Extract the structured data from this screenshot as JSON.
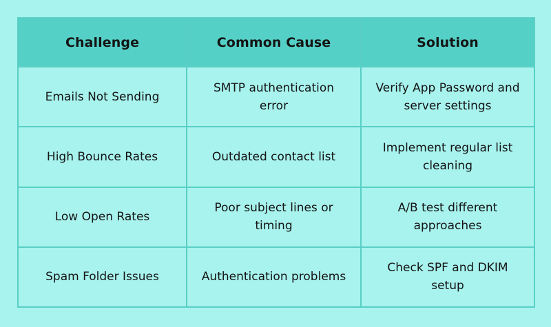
{
  "table": {
    "headers": [
      "Challenge",
      "Common Cause",
      "Solution"
    ],
    "rows": [
      [
        "Emails Not Sending",
        "SMTP authentication error",
        "Verify App Password and server settings"
      ],
      [
        "High Bounce Rates",
        "Outdated contact list",
        "Implement regular list cleaning"
      ],
      [
        "Low Open Rates",
        "Poor subject lines or timing",
        "A/B test different approaches"
      ],
      [
        "Spam Folder Issues",
        "Authentication problems",
        "Check SPF and DKIM setup"
      ]
    ]
  },
  "colors": {
    "background": "#a8f3ee",
    "header_fill": "#55d0c6",
    "border": "#59cfc5",
    "text": "#141414"
  }
}
